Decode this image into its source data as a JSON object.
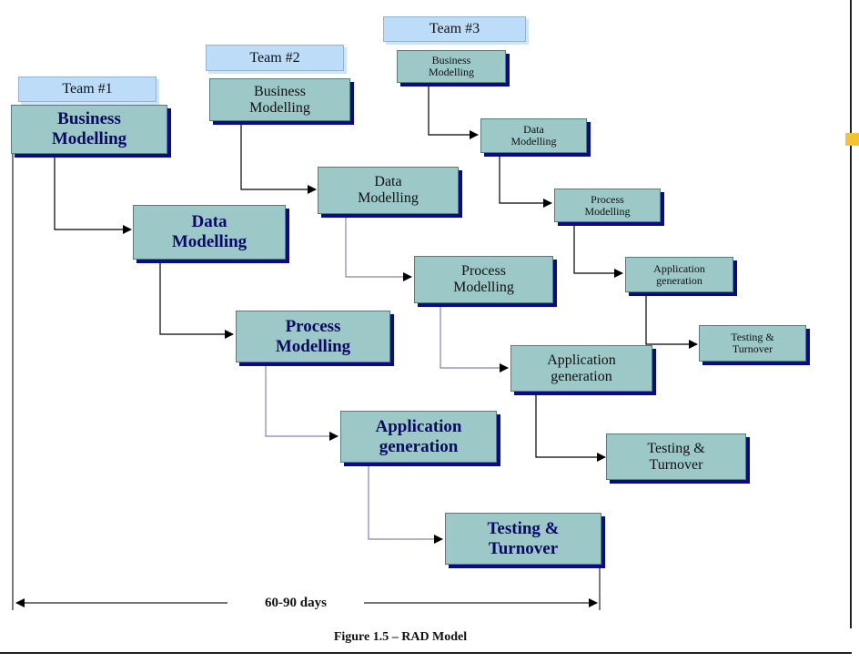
{
  "teams": [
    "Team #1",
    "Team #2",
    "Team #3"
  ],
  "team1": {
    "business": "Business\nModelling",
    "data": "Data\nModelling",
    "process": "Process\nModelling",
    "application": "Application\ngeneration",
    "testing": "Testing &\nTurnover"
  },
  "team2": {
    "business": "Business\nModelling",
    "data": "Data\nModelling",
    "process": "Process\nModelling",
    "application": "Application\ngeneration",
    "testing": "Testing &\nTurnover"
  },
  "team3": {
    "business": "Business\nModelling",
    "data": "Data\nModelling",
    "process": "Process\nModelling",
    "application": "Application\ngeneration",
    "testing": "Testing &\nTurnover"
  },
  "duration": "60-90 days",
  "caption": "Figure 1.5 – RAD Model",
  "colors": {
    "box_fill": "#9cc8c8",
    "box_shadow": "#0a0a8a",
    "team_fill": "#bcdcf8",
    "heading_text": "#0a0a66"
  }
}
